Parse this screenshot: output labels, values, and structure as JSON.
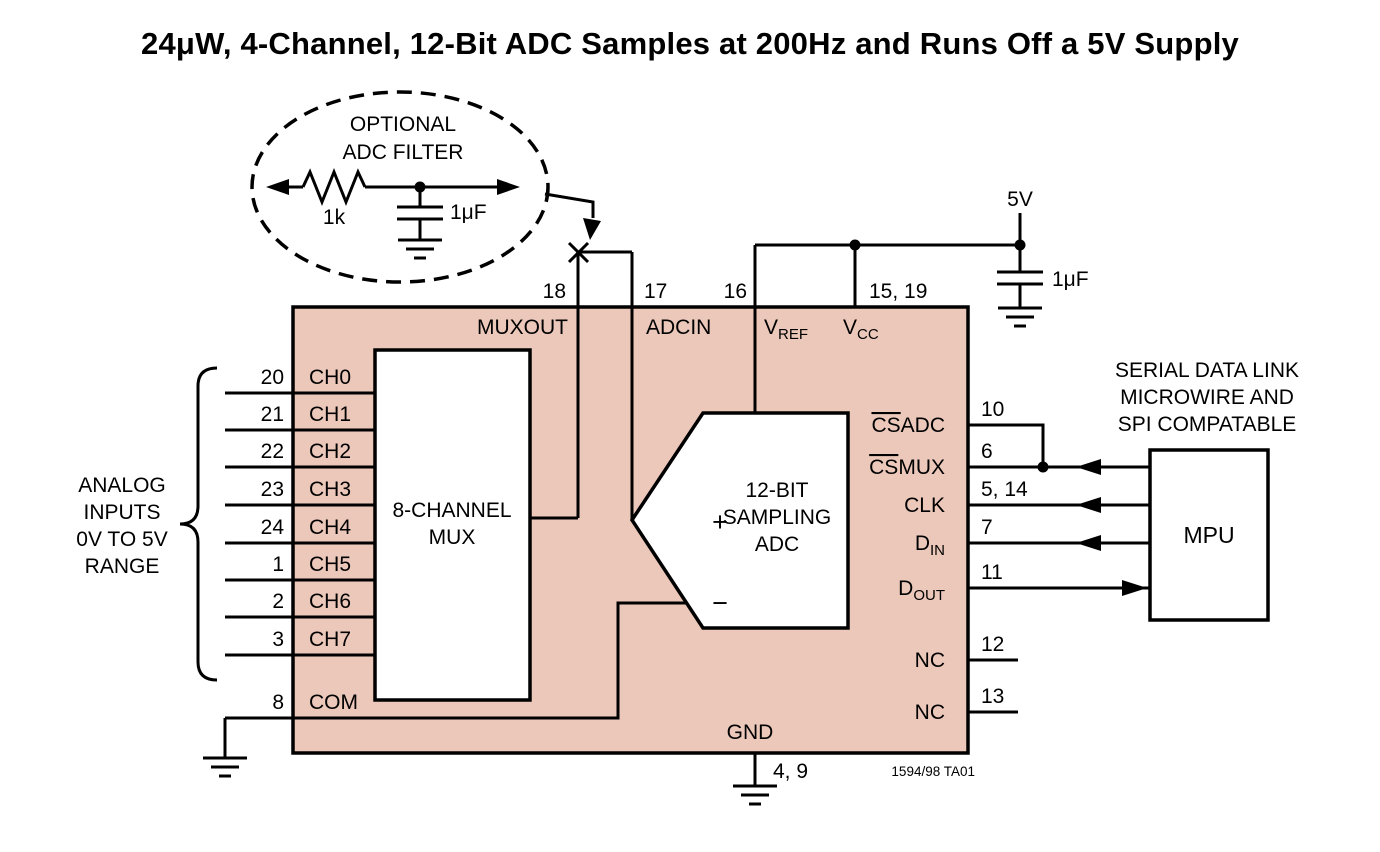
{
  "title": "24μW, 4-Channel, 12-Bit ADC Samples at 200Hz and Runs Off a 5V Supply",
  "colors": {
    "ic_fill": "#ecc8ba"
  },
  "filter": {
    "caption_line1": "OPTIONAL",
    "caption_line2": "ADC FILTER",
    "resistor_value": "1k",
    "capacitor_value": "1μF"
  },
  "supply": {
    "voltage": "5V",
    "capacitor_value": "1μF"
  },
  "top_pins": [
    {
      "num": "18",
      "label": "MUXOUT"
    },
    {
      "num": "17",
      "label": "ADCIN"
    },
    {
      "num": "16",
      "label_main": "V",
      "label_sub": "REF"
    },
    {
      "num": "15, 19",
      "label_main": "V",
      "label_sub": "CC"
    }
  ],
  "left_pins": [
    {
      "num": "20",
      "label": "CH0"
    },
    {
      "num": "21",
      "label": "CH1"
    },
    {
      "num": "22",
      "label": "CH2"
    },
    {
      "num": "23",
      "label": "CH3"
    },
    {
      "num": "24",
      "label": "CH4"
    },
    {
      "num": "1",
      "label": "CH5"
    },
    {
      "num": "2",
      "label": "CH6"
    },
    {
      "num": "3",
      "label": "CH7"
    },
    {
      "num": "8",
      "label": "COM"
    }
  ],
  "analog_inputs": {
    "line1": "ANALOG",
    "line2": "INPUTS",
    "line3": "0V TO 5V",
    "line4": "RANGE"
  },
  "blocks": {
    "mux_line1": "8-CHANNEL",
    "mux_line2": "MUX",
    "adc_line1": "12-BIT",
    "adc_line2": "SAMPLING",
    "adc_line3": "ADC",
    "plus": "+",
    "minus": "−"
  },
  "right_pins": [
    {
      "num": "10",
      "label_bar": "CS",
      "label_rest": "ADC"
    },
    {
      "num": "6",
      "label_bar": "CS",
      "label_rest": "MUX"
    },
    {
      "num": "5, 14",
      "label": "CLK"
    },
    {
      "num": "7",
      "label_main": "D",
      "label_sub": "IN"
    },
    {
      "num": "11",
      "label_main": "D",
      "label_sub": "OUT"
    },
    {
      "num": "12",
      "label": "NC"
    },
    {
      "num": "13",
      "label": "NC"
    }
  ],
  "ground": {
    "label": "GND",
    "pins": "4, 9"
  },
  "mpu": {
    "label": "MPU",
    "note_line1": "SERIAL DATA LINK",
    "note_line2": "MICROWIRE AND",
    "note_line3": "SPI COMPATABLE"
  },
  "footnote": "1594/98 TA01"
}
